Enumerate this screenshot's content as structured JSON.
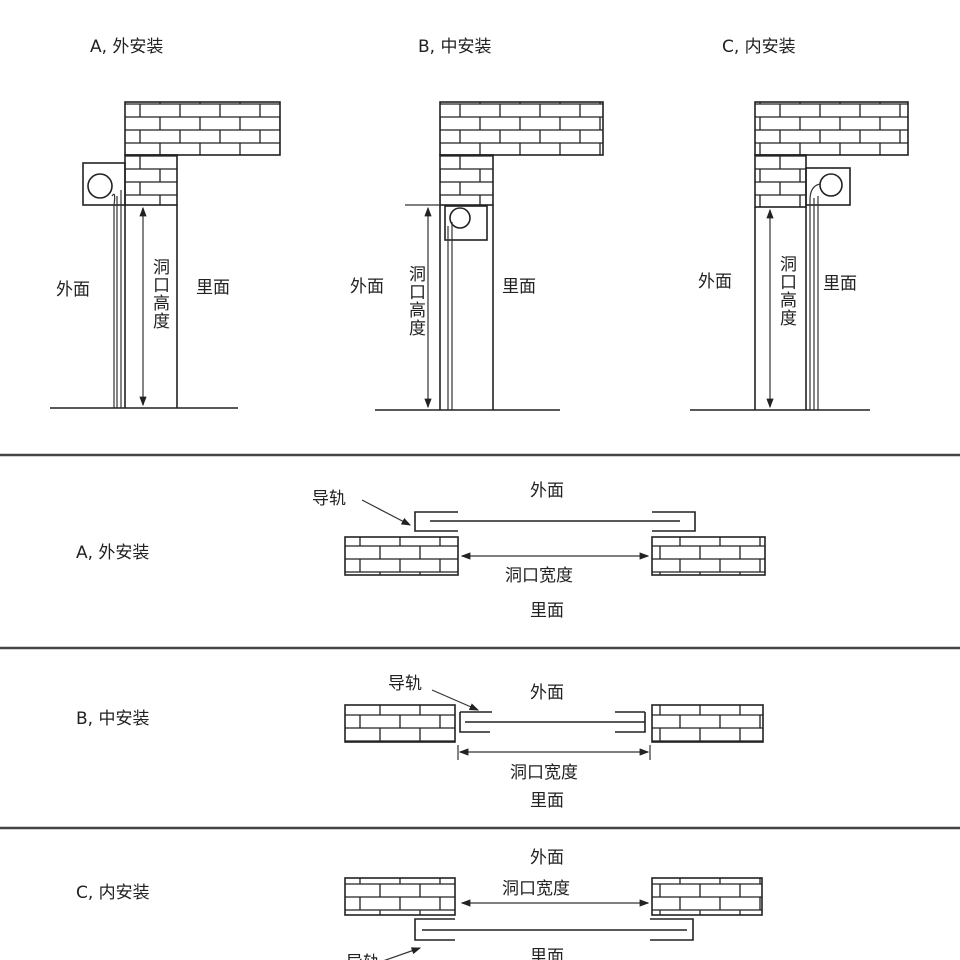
{
  "top": {
    "a": {
      "title": "A, 外安装",
      "outside": "外面",
      "inside": "里面",
      "height": "洞口高度"
    },
    "b": {
      "title": "B, 中安装",
      "outside": "外面",
      "inside": "里面",
      "height": "洞口高度"
    },
    "c": {
      "title": "C, 内安装",
      "outside": "外面",
      "inside": "里面",
      "height": "洞口高度"
    }
  },
  "plan": {
    "a": {
      "title": "A, 外安装",
      "rail": "导轨",
      "outside": "外面",
      "width": "洞口宽度",
      "inside": "里面"
    },
    "b": {
      "title": "B, 中安装",
      "rail": "导轨",
      "outside": "外面",
      "width": "洞口宽度",
      "inside": "里面"
    },
    "c": {
      "title": "C, 内安装",
      "rail": "导轨",
      "outside": "外面",
      "width": "洞口宽度",
      "inside": "里面"
    }
  }
}
